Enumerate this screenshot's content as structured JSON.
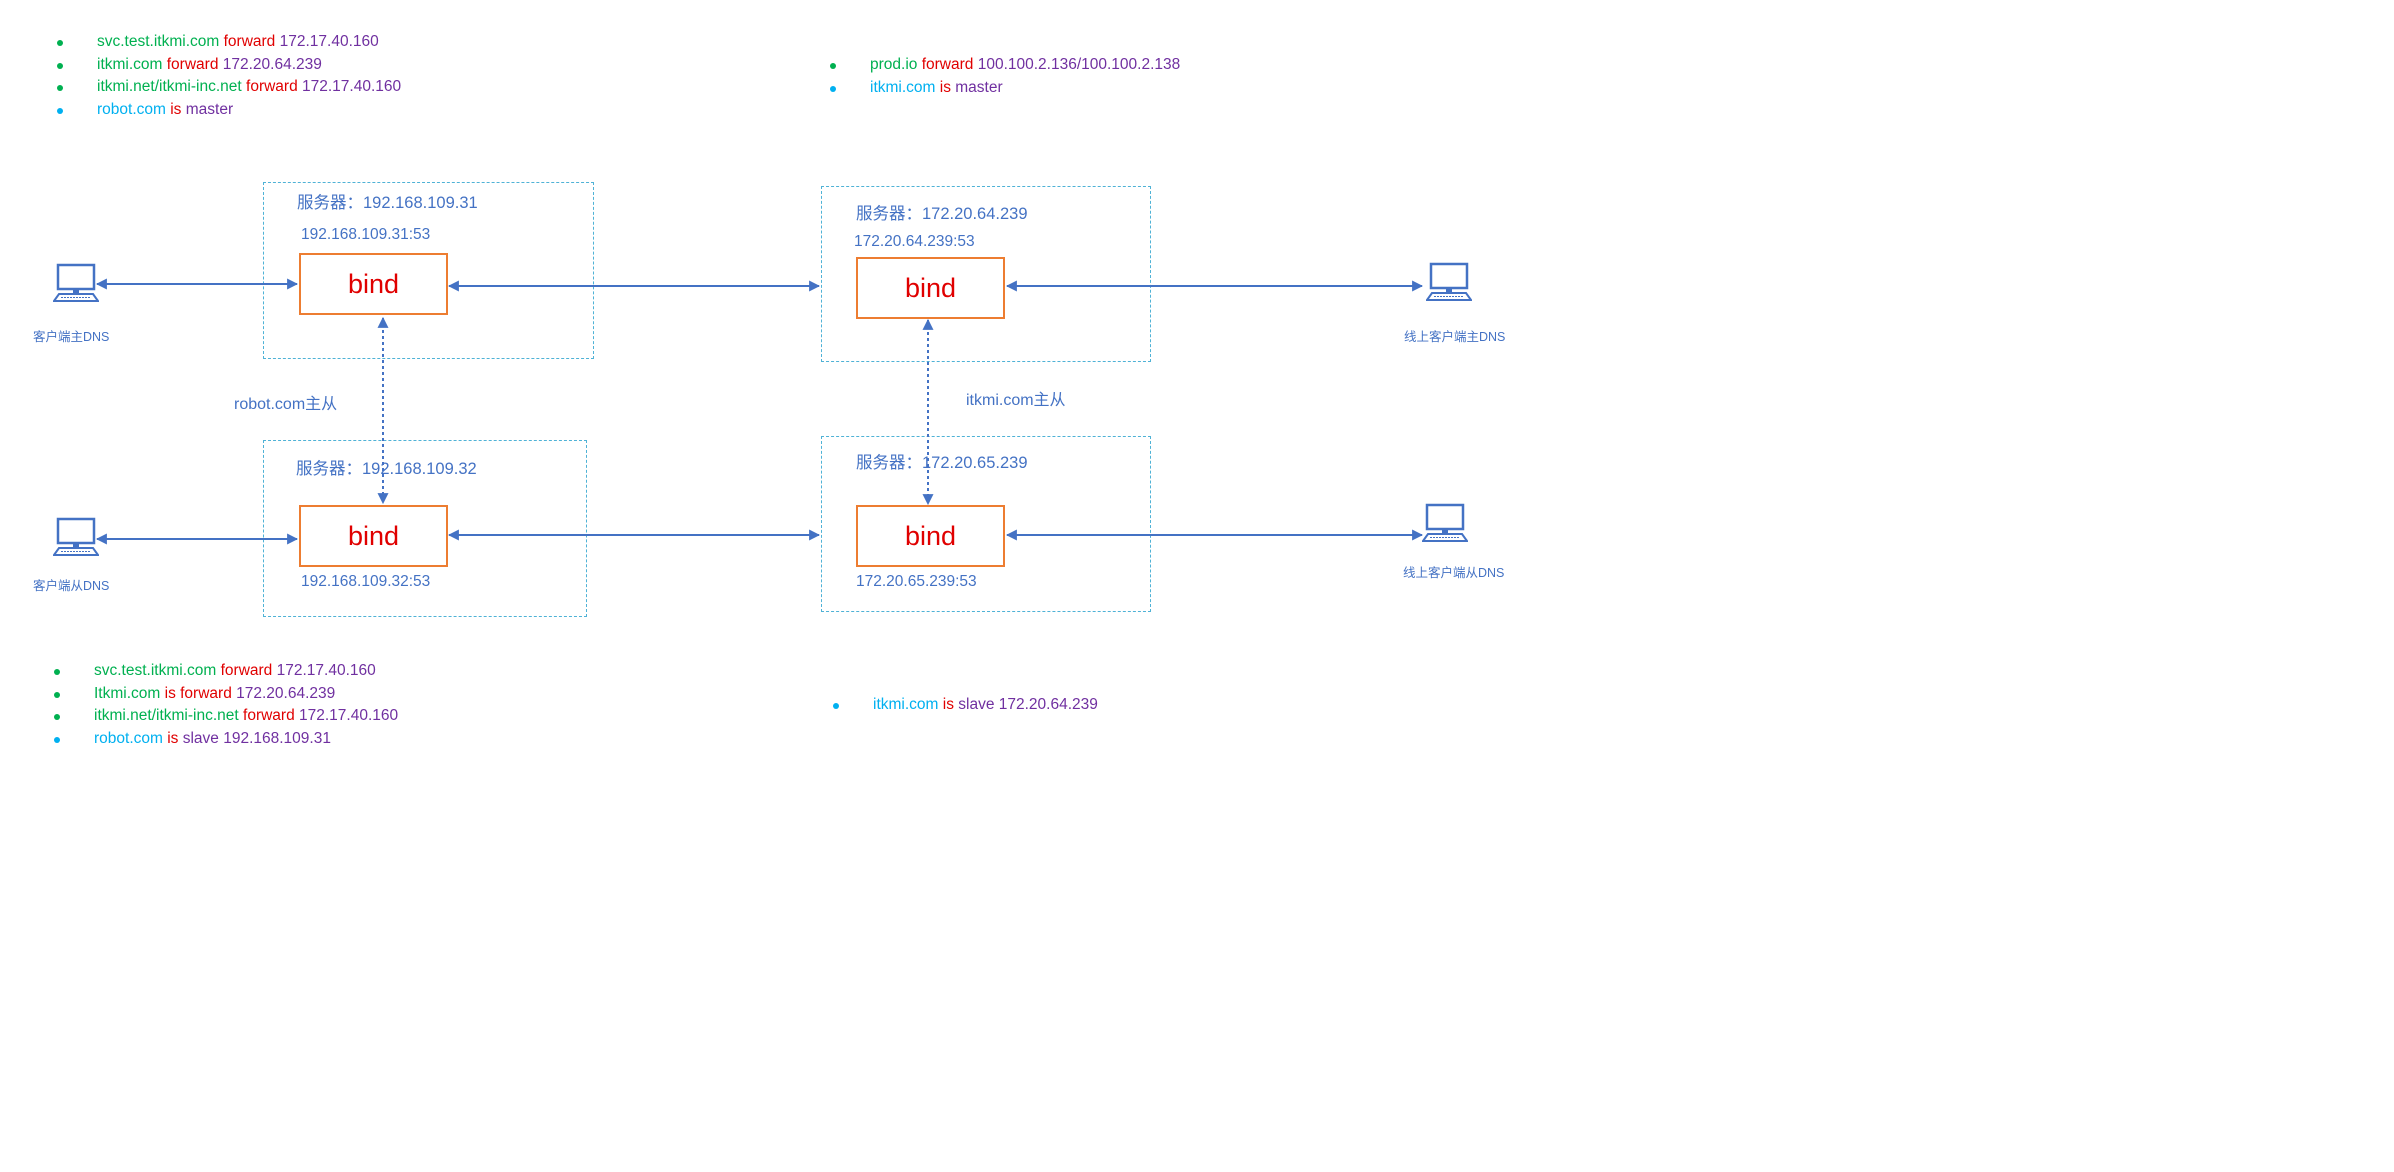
{
  "colors": {
    "domain_green": "#00b050",
    "domain_cyan": "#00b0f0",
    "keyword_red": "#e00000",
    "value_purple": "#7030a0",
    "label_blue": "#4472c4",
    "bind_border": "#ed7d31",
    "box_dash": "#4fb2d6",
    "arrow": "#4472c4"
  },
  "rules_top_left": [
    {
      "bullet": "#00b050",
      "parts": [
        {
          "t": "svc.test.itkmi.com ",
          "c": "#00b050"
        },
        {
          "t": "forward ",
          "c": "#e00000"
        },
        {
          "t": "172.17.40.160",
          "c": "#7030a0"
        }
      ]
    },
    {
      "bullet": "#00b050",
      "parts": [
        {
          "t": "itkmi.com ",
          "c": "#00b050"
        },
        {
          "t": "forward ",
          "c": "#e00000"
        },
        {
          "t": "172.20.64.239",
          "c": "#7030a0"
        }
      ]
    },
    {
      "bullet": "#00b050",
      "parts": [
        {
          "t": "itkmi.net/itkmi-inc.net ",
          "c": "#00b050"
        },
        {
          "t": "forward ",
          "c": "#e00000"
        },
        {
          "t": "172.17.40.160",
          "c": "#7030a0"
        }
      ]
    },
    {
      "bullet": "#00b0f0",
      "parts": [
        {
          "t": "robot.com ",
          "c": "#00b0f0"
        },
        {
          "t": "is ",
          "c": "#e00000"
        },
        {
          "t": "master",
          "c": "#7030a0"
        }
      ]
    }
  ],
  "rules_top_right": [
    {
      "bullet": "#00b050",
      "parts": [
        {
          "t": "prod.io ",
          "c": "#00b050"
        },
        {
          "t": "forward ",
          "c": "#e00000"
        },
        {
          "t": "100.100.2.136/100.100.2.138",
          "c": "#7030a0"
        }
      ]
    },
    {
      "bullet": "#00b0f0",
      "parts": [
        {
          "t": "itkmi.com ",
          "c": "#00b0f0"
        },
        {
          "t": "is ",
          "c": "#e00000"
        },
        {
          "t": "master",
          "c": "#7030a0"
        }
      ]
    }
  ],
  "rules_bottom_left": [
    {
      "bullet": "#00b050",
      "parts": [
        {
          "t": "svc.test.itkmi.com ",
          "c": "#00b050"
        },
        {
          "t": "forward ",
          "c": "#e00000"
        },
        {
          "t": "172.17.40.160",
          "c": "#7030a0"
        }
      ]
    },
    {
      "bullet": "#00b050",
      "parts": [
        {
          "t": "Itkmi.com ",
          "c": "#00b050"
        },
        {
          "t": "is forward ",
          "c": "#e00000"
        },
        {
          "t": "172.20.64.239",
          "c": "#7030a0"
        }
      ]
    },
    {
      "bullet": "#00b050",
      "parts": [
        {
          "t": "itkmi.net/itkmi-inc.net ",
          "c": "#00b050"
        },
        {
          "t": "forward ",
          "c": "#e00000"
        },
        {
          "t": "172.17.40.160",
          "c": "#7030a0"
        }
      ]
    },
    {
      "bullet": "#00b0f0",
      "parts": [
        {
          "t": "robot.com ",
          "c": "#00b0f0"
        },
        {
          "t": "is ",
          "c": "#e00000"
        },
        {
          "t": "slave 192.168.109.31",
          "c": "#7030a0"
        }
      ]
    }
  ],
  "rules_bottom_right": [
    {
      "bullet": "#00b0f0",
      "parts": [
        {
          "t": "itkmi.com ",
          "c": "#00b0f0"
        },
        {
          "t": "is ",
          "c": "#e00000"
        },
        {
          "t": "slave 172.20.64.239",
          "c": "#7030a0"
        }
      ]
    }
  ],
  "servers": {
    "top_left": {
      "label": "服务器：192.168.109.31",
      "port": "192.168.109.31:53",
      "bind": "bind"
    },
    "bottom_left": {
      "label": "服务器：192.168.109.32",
      "port": "192.168.109.32:53",
      "bind": "bind"
    },
    "top_right": {
      "label": "服务器：172.20.64.239",
      "port": "172.20.64.239:53",
      "bind": "bind"
    },
    "bottom_right": {
      "label": "服务器：172.20.65.239",
      "port": "172.20.65.239:53",
      "bind": "bind"
    }
  },
  "clients": {
    "left_master": {
      "label": "客户端主DNS",
      "icon": "computer-icon"
    },
    "left_slave": {
      "label": "客户端从DNS",
      "icon": "computer-icon"
    },
    "right_master": {
      "label": "线上客户端主DNS",
      "icon": "computer-icon"
    },
    "right_slave": {
      "label": "线上客户端从DNS",
      "icon": "computer-icon"
    }
  },
  "sync_labels": {
    "left": "robot.com主从",
    "right": "itkmi.com主从"
  }
}
